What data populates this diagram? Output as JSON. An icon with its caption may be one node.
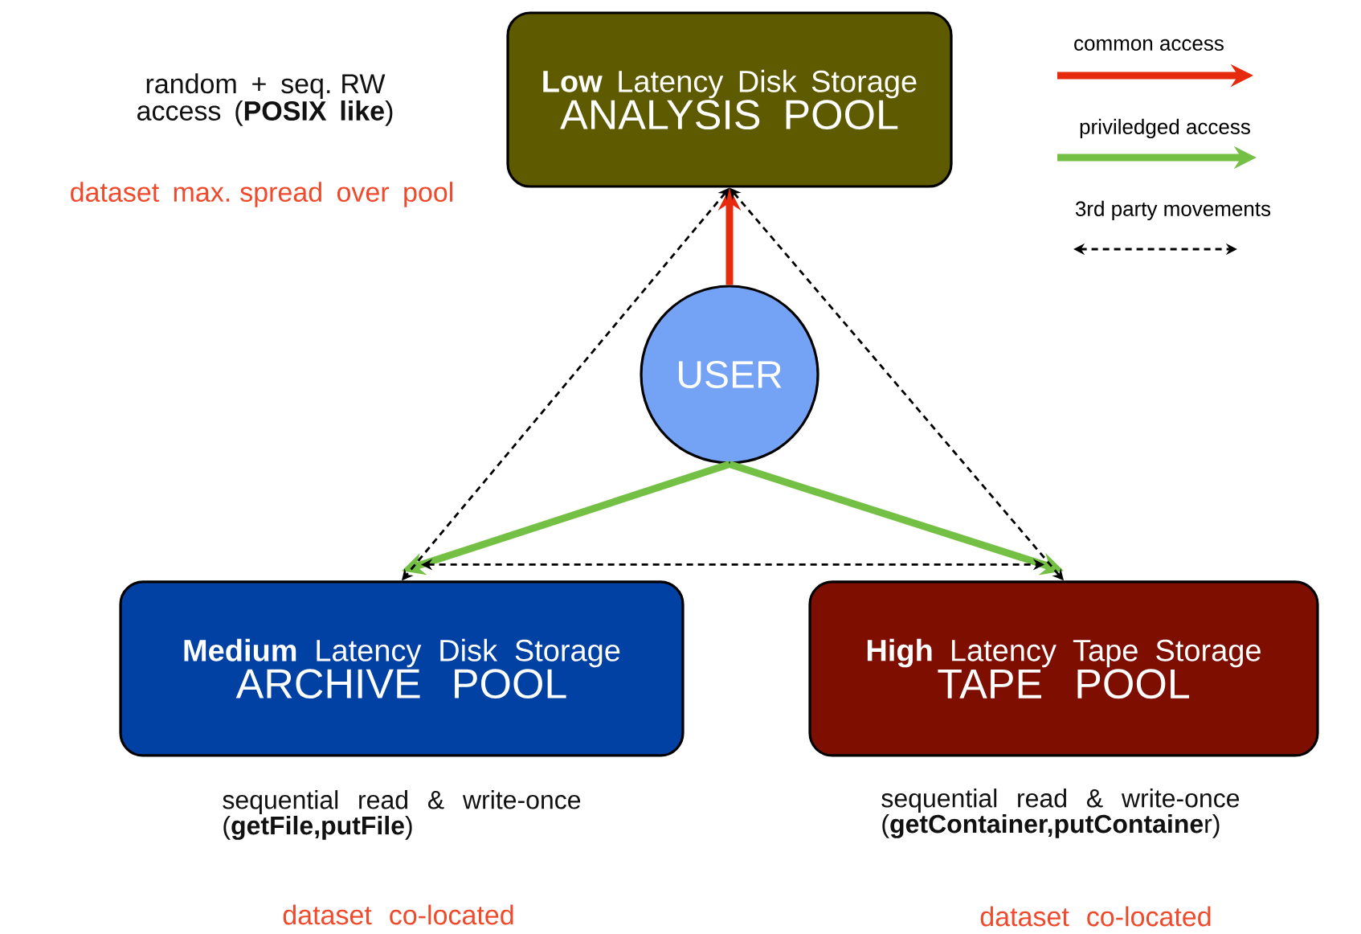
{
  "diagram": {
    "nodes": [
      {
        "text": [
          "**Low** Latency Disk Storage",
          "ANALYSIS POOL"
        ],
        "beside": [
          "random + seq. RW access (**POSIX like**)",
          "dataset max. spread over pool"
        ]
      },
      {
        "text": [
          "USER"
        ]
      },
      {
        "text": [
          "**Medium** Latency Disk Storage",
          "ARCHIVE POOL"
        ],
        "beside": [
          "sequential read & write-once (**getFile,putFile**)",
          "dataset co-located"
        ]
      },
      {
        "text": [
          "**High** Latency Tape Storage",
          "TAPE POOL"
        ],
        "beside": [
          "sequential read & write-once (**getContainer,putContaine**r)",
          "dataset co-located"
        ]
      }
    ],
    "edges": [
      {
        "from": 1,
        "to": 0,
        "arrow": "to",
        "style": "thick",
        "color": "#e52a0e"
      },
      {
        "from": 1,
        "to": 2,
        "arrow": "to",
        "style": "thick",
        "color": "#74c044"
      },
      {
        "from": 1,
        "to": 3,
        "arrow": "to",
        "style": "thick",
        "color": "#74c044"
      },
      {
        "from": 0,
        "to": 2,
        "arrow": "both",
        "style": "dashed"
      },
      {
        "from": 0,
        "to": 3,
        "arrow": "both",
        "style": "dashed"
      },
      {
        "from": 2,
        "to": 3,
        "arrow": "both",
        "style": "dashed"
      }
    ],
    "legend": [
      {
        "text": "common access"
      },
      {
        "text": "priviledged access"
      },
      {
        "text": "3rd party movements"
      }
    ]
  }
}
